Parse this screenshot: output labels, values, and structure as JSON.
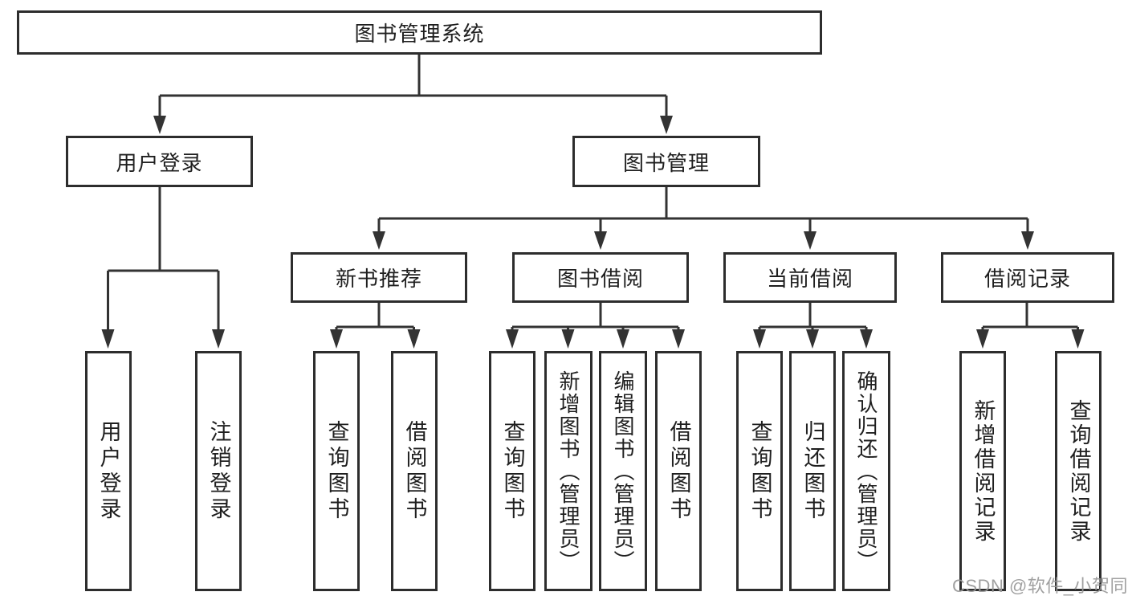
{
  "tree": {
    "root": {
      "label": "图书管理系统"
    },
    "branches": [
      {
        "label": "用户登录",
        "children": [
          {
            "label": "用户登录"
          },
          {
            "label": "注销登录"
          }
        ]
      },
      {
        "label": "图书管理",
        "children": [
          {
            "label": "新书推荐",
            "children": [
              {
                "label": "查询图书"
              },
              {
                "label": "借阅图书"
              }
            ]
          },
          {
            "label": "图书借阅",
            "children": [
              {
                "label": "查询图书"
              },
              {
                "label": "新增图书（管理员）"
              },
              {
                "label": "编辑图书（管理员）"
              },
              {
                "label": "借阅图书"
              }
            ]
          },
          {
            "label": "当前借阅",
            "children": [
              {
                "label": "查询图书"
              },
              {
                "label": "归还图书"
              },
              {
                "label": "确认归还（管理员）"
              }
            ]
          },
          {
            "label": "借阅记录",
            "children": [
              {
                "label": "新增借阅记录"
              },
              {
                "label": "查询借阅记录"
              }
            ]
          }
        ]
      }
    ]
  },
  "watermark": {
    "text": "CSDN @软件_小贺同学"
  },
  "colors": {
    "line": "#333333",
    "box_border": "#2d2d2d",
    "text": "#1f1f1f",
    "watermark": "#989898",
    "background": "#ffffff"
  }
}
